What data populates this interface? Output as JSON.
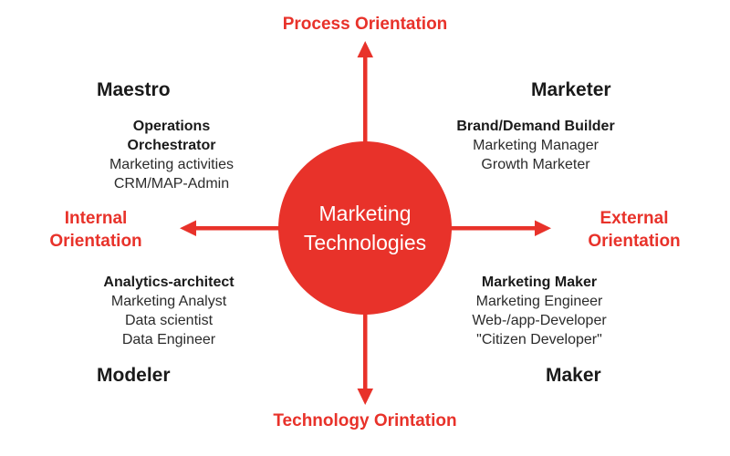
{
  "diagram": {
    "title": "Marketing Technologies persona quadrant",
    "accent_color": "#E8322A",
    "text_color": "#1a1a1a",
    "background_color": "#ffffff"
  },
  "center": {
    "line1": "Marketing",
    "line2": "Technologies"
  },
  "axes": {
    "top": "Process Orientation",
    "bottom": "Technology Orintation",
    "left_line1": "Internal",
    "left_line2": "Orientation",
    "right_line1": "External",
    "right_line2": "Orientation"
  },
  "personas": {
    "top_left": "Maestro",
    "top_right": "Marketer",
    "bottom_left": "Modeler",
    "bottom_right": "Maker"
  },
  "quadrants": {
    "top_left": {
      "role_line1": "Operations",
      "role_line2": "Orchestrator",
      "items": [
        "Marketing activities",
        "CRM/MAP-Admin"
      ]
    },
    "top_right": {
      "role_line1": "Brand/Demand Builder",
      "items": [
        "Marketing Manager",
        "Growth Marketer"
      ]
    },
    "bottom_left": {
      "role_line1": "Analytics-architect",
      "items": [
        "Marketing Analyst",
        "Data scientist",
        "Data Engineer"
      ]
    },
    "bottom_right": {
      "role_line1": "Marketing Maker",
      "items": [
        "Marketing Engineer",
        "Web-/app-Developer",
        "\"Citizen Developer\""
      ]
    }
  }
}
